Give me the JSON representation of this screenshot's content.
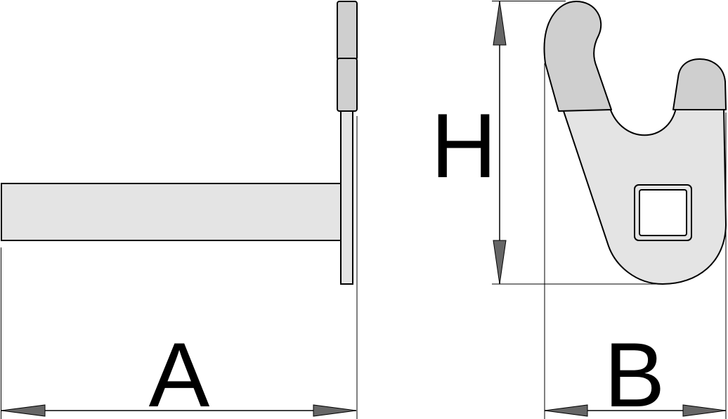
{
  "diagram": {
    "dimension_labels": {
      "width": "A",
      "height": "H",
      "depth": "B"
    },
    "colors": {
      "body_fill": "#e4e4e4",
      "tip_fill": "#cfcfcf",
      "outline": "#000000",
      "arrow_fill": "#666666",
      "background": "#ffffff"
    }
  }
}
